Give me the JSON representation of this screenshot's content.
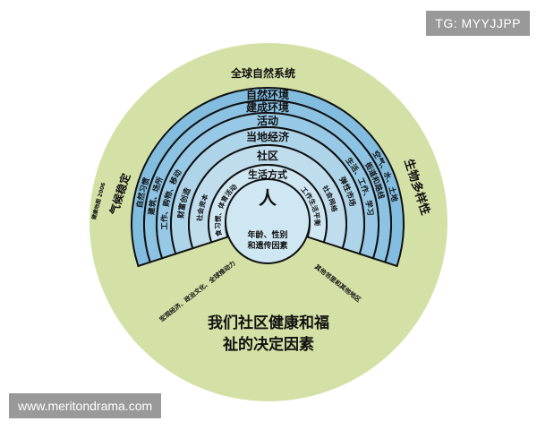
{
  "watermarks": {
    "tg": "TG: MYYJJPP",
    "url": "www.meritondrama.com"
  },
  "colors": {
    "outer": "#d4e1a6",
    "band_dark": "#82bde0",
    "band_mid": "#a9d2ea",
    "band_light": "#cfe7f3",
    "stroke": "#111111"
  },
  "outer_ring": {
    "top": "全球自然系统",
    "left": "气候稳定",
    "right": "生物多样性",
    "credit": "健康地图 2006",
    "bottom_left": "宏观经济、政治文化、全球推动力",
    "bottom_right": "其他邻里和其他地区"
  },
  "bands": [
    {
      "title": "自然环境",
      "left": "自然习惯",
      "right": "空气、水、土地"
    },
    {
      "title": "建成环境",
      "left": "建筑、场所",
      "right": "街道和路线"
    },
    {
      "title": "活动",
      "left": "工作、购物、移动",
      "right": "生活、工作、学习"
    },
    {
      "title": "当地经济",
      "left": "财富创造",
      "right": "弹性市场"
    },
    {
      "title": "社区",
      "left": "社会资本",
      "right": "社会网络"
    },
    {
      "title": "生活方式",
      "left": "饮食习惯、体育活动",
      "right": "工作生活平衡"
    }
  ],
  "core": {
    "title": "人",
    "line1": "年龄、性别",
    "line2": "和遗传因素"
  },
  "caption": {
    "line1": "我们社区健康和福",
    "line2": "祉的决定因素"
  }
}
